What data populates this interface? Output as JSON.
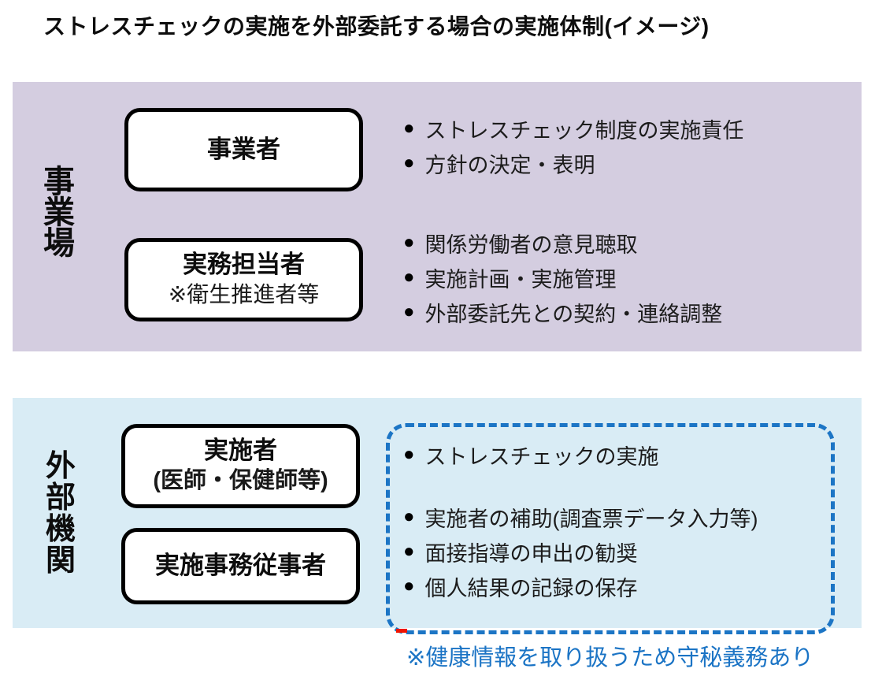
{
  "title": "ストレスチェックの実施を外部委託する場合の実施体制(イメージ)",
  "bullet_glyph": "●",
  "colors": {
    "workplace_panel_bg": "#d4cde0",
    "external_panel_bg": "#d9ecf5",
    "box_border": "#000000",
    "dashed_frame_border": "#1c75c5",
    "note_text": "#1b74c5",
    "red_mark": "#f01400"
  },
  "workplace_section": {
    "label": "事業場",
    "groups": [
      {
        "box": {
          "title": "事業者",
          "subtitle": ""
        },
        "bullets": [
          "ストレスチェック制度の実施責任",
          "方針の決定・表明"
        ]
      },
      {
        "box": {
          "title": "実務担当者",
          "subtitle": "※衛生推進者等"
        },
        "bullets": [
          "関係労働者の意見聴取",
          "実施計画・実施管理",
          "外部委託先との契約・連絡調整"
        ]
      }
    ]
  },
  "external_section": {
    "label": "外部機関",
    "groups": [
      {
        "box": {
          "title": "実施者",
          "subtitle": "(医師・保健師等)"
        },
        "bullets": [
          "ストレスチェックの実施"
        ]
      },
      {
        "box": {
          "title": "実施事務従事者",
          "subtitle": ""
        },
        "bullets": [
          "実施者の補助(調査票データ入力等)",
          "面接指導の申出の勧奨",
          "個人結果の記録の保存"
        ]
      }
    ],
    "note": "※健康情報を取り扱うため守秘義務あり"
  }
}
